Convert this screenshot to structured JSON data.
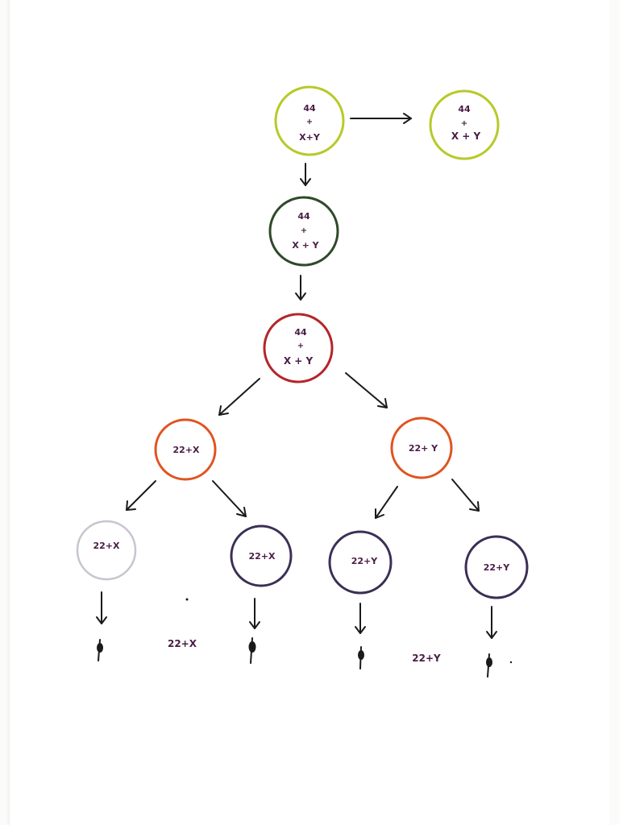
{
  "colors": {
    "yellow_green": "#b8c92a",
    "dark_green": "#2f4a2a",
    "dark_red": "#b3262a",
    "orange": "#e0531f",
    "light_gray": "#c9c4cf",
    "dark_purple": "#3b2f55",
    "text": "#4a1d47"
  },
  "nodes": {
    "root": {
      "line1": "44",
      "line2": "+",
      "line3": "X+Y"
    },
    "copy": {
      "line1": "44",
      "line2": "+",
      "line3": "X + Y"
    },
    "second": {
      "line1": "44",
      "line2": "+",
      "line3": "X + Y"
    },
    "third": {
      "line1": "44",
      "line2": "+",
      "line3": "X + Y"
    },
    "left_mid": {
      "label": "22+X"
    },
    "right_mid": {
      "label": "22+ Y"
    },
    "leaf_1": {
      "label": "22+X"
    },
    "leaf_2": {
      "label": "22+X"
    },
    "leaf_3": {
      "label": "22+Y"
    },
    "leaf_4": {
      "label": "22+Y"
    }
  },
  "free_labels": {
    "left": "22+X",
    "right": "22+Y"
  }
}
